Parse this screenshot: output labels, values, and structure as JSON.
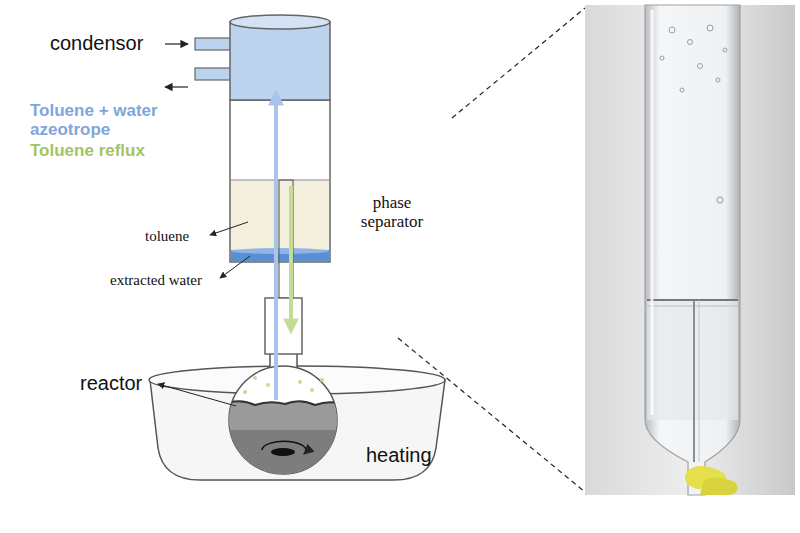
{
  "diagram": {
    "labels": [
      "condensor",
      "Toluene + water azeotrope",
      "Toluene reflux",
      "phase separator",
      "toluene",
      "extracted water",
      "reactor",
      "heating"
    ]
  }
}
